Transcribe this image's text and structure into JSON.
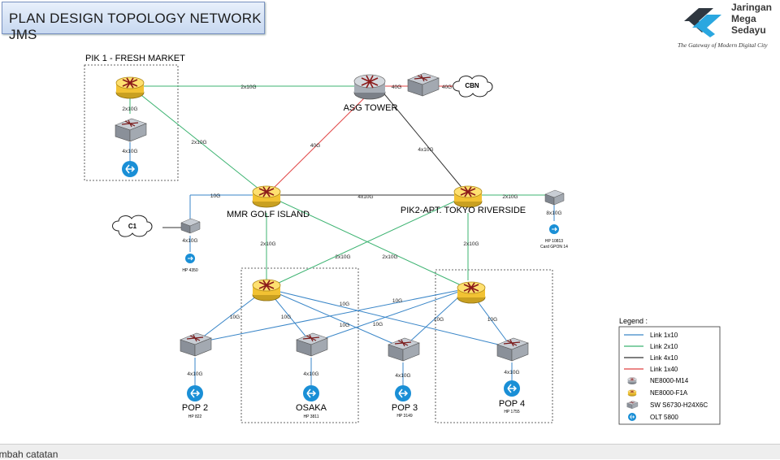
{
  "title": "PLAN DESIGN TOPOLOGY NETWORK JMS",
  "logo": {
    "line1": "Jaringan",
    "line2": "Mega",
    "line3": "Sedayu",
    "tagline": "The Gateway of Modern Digital City"
  },
  "groups": {
    "pik1": "PIK 1 - FRESH MARKET"
  },
  "nodes": {
    "asg": "ASG TOWER",
    "mmr": "MMR GOLF ISLAND",
    "pik2": "PIK2-APT. TOKYO RIVERSIDE",
    "pop2": "POP 2",
    "osaka": "OSAKA",
    "pop3": "POP 3",
    "pop4": "POP 4",
    "cbn": "CBN",
    "c1": "C1"
  },
  "sublabels": {
    "pop2": "HP 822",
    "osaka": "HP 3811",
    "pop3": "HP 3149",
    "pop4": "HP 1755",
    "c1_hp": "HP 4350",
    "pik2_hp": "HP 10813",
    "pik2_card": "Card GPON 14"
  },
  "links": {
    "l2x10g": "2x10G",
    "l40g": "40G",
    "l4x10g": "4x10G",
    "l10g": "10G",
    "l8x10g": "8x10G"
  },
  "legend": {
    "title": "Legend :",
    "link1": "Link 1x10",
    "link2": "Link 2x10",
    "link3": "Link 4x10",
    "link4": "Link 1x40",
    "dev1": "NE8000-M14",
    "dev2": "NE8000-F1A",
    "dev3": "SW S6730-H24X6C",
    "dev4": "OLT 5800"
  },
  "colors": {
    "link_1x10": "#3a86c8",
    "link_2x10": "#3cb371",
    "link_4x10": "#333333",
    "link_1x40": "#e04040",
    "router_yellow": "#ffd24a",
    "switch_gray": "#8a9099",
    "olt_blue": "#1a8fd6"
  },
  "footer": "ambah catatan"
}
